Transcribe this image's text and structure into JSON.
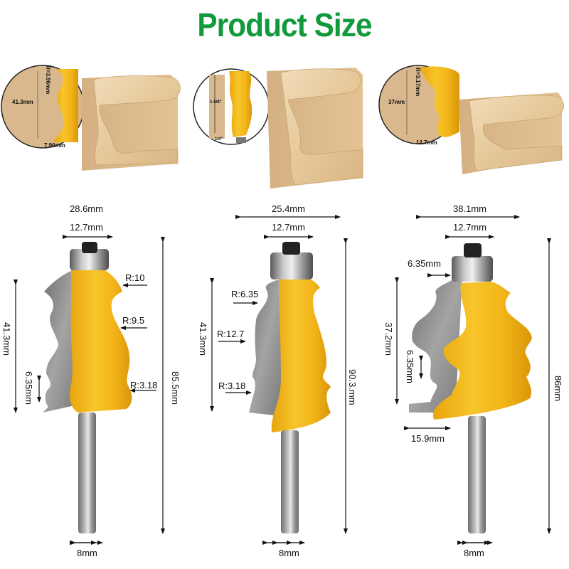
{
  "title": "Product Size",
  "colors": {
    "title_green": "#119a3c",
    "cutter_yellow": "#f2b81c",
    "profile_gray": "#8a8a8a",
    "shank_gray": "#9a9a9a",
    "wood": "#e8cfa6"
  },
  "top_row": [
    {
      "inset": {
        "radius": "R=3.96mm",
        "height": "41.3mm",
        "width": "7.96mm"
      },
      "wood_block": "molding-profile-1"
    },
    {
      "inset": {
        "height": "1-5/8\"",
        "offset": "1/4\""
      },
      "wood_block": "molding-profile-2"
    },
    {
      "inset": {
        "radius": "R=3.17mm",
        "height": "37mm",
        "width": "12.7mm"
      },
      "wood_block": "molding-profile-3"
    }
  ],
  "bits": [
    {
      "overall_width": "28.6mm",
      "bearing_width": "12.7mm",
      "radii": [
        "R:10",
        "R:9.5",
        "R:3.18"
      ],
      "cut_height": "41.3mm",
      "small_step": "6.35mm",
      "total_length": "85.5mm",
      "shank": "8mm"
    },
    {
      "overall_width": "25.4mm",
      "bearing_width": "12.7mm",
      "radii": [
        "R:6.35",
        "R:12.7",
        "R:3.18"
      ],
      "cut_height": "41.3mm",
      "total_length": "90.3.mm",
      "shank": "8mm"
    },
    {
      "overall_width": "38.1mm",
      "bearing_width": "12.7mm",
      "bearing_offset": "6.35mm",
      "cut_height": "37.2mm",
      "small_step": "6.35mm",
      "base_width": "15.9mm",
      "total_length": "86mm",
      "shank": "8mm"
    }
  ]
}
